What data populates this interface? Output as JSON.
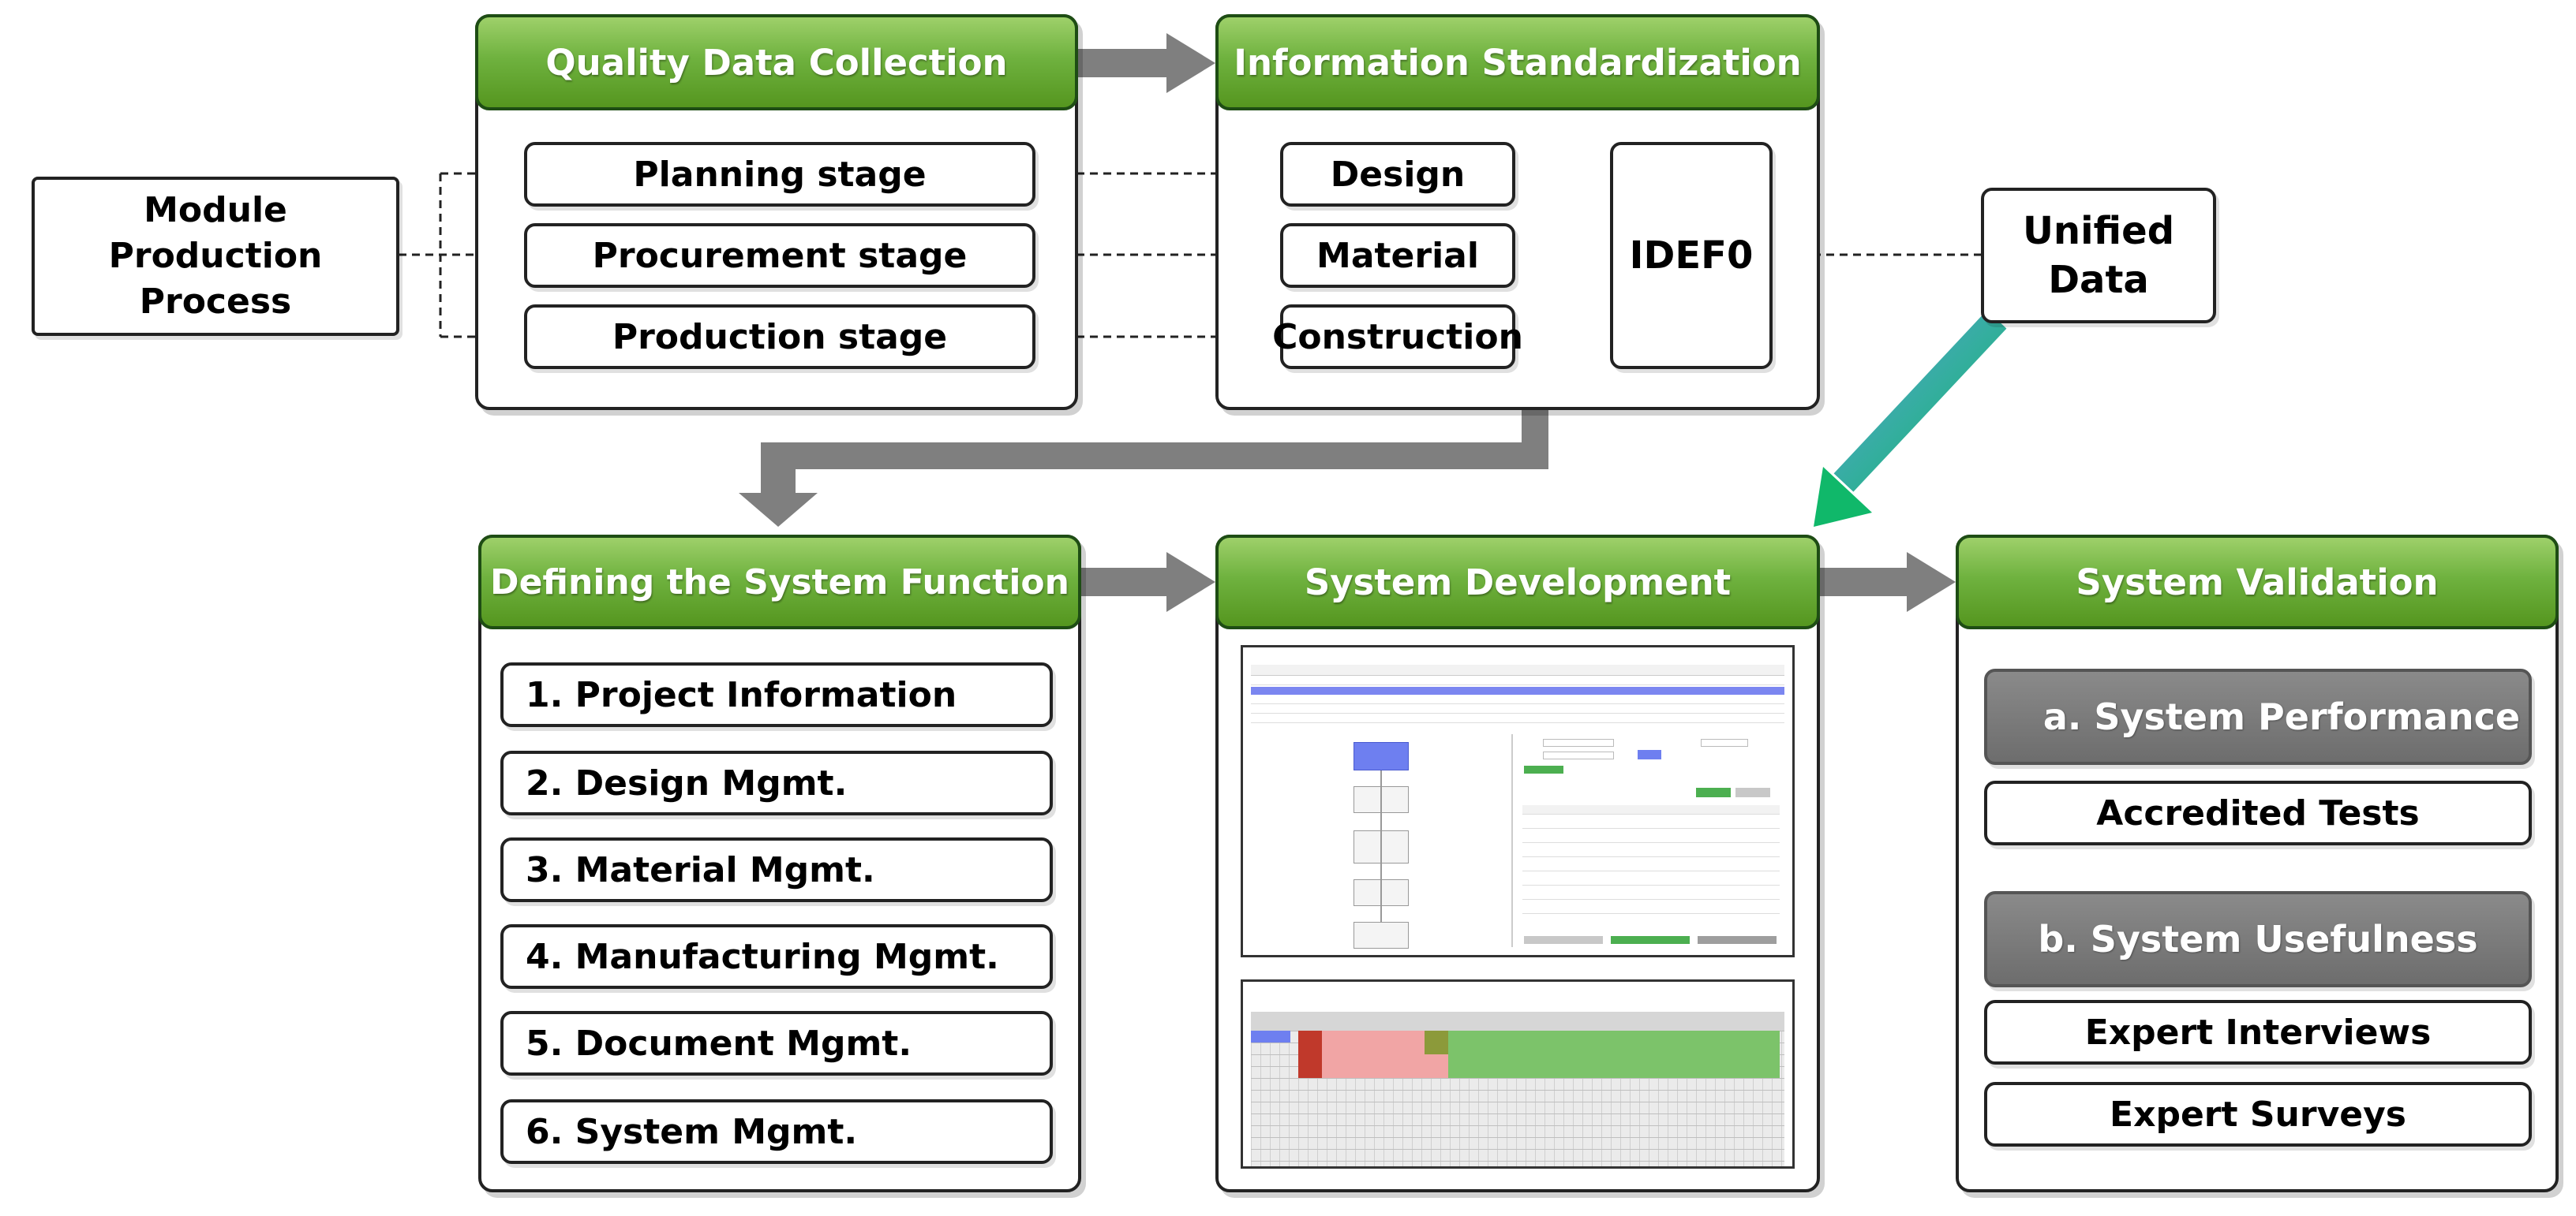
{
  "module_process": {
    "line1": "Module",
    "line2": "Production",
    "line3": "Process"
  },
  "quality_data_collection": {
    "title": "Quality Data Collection",
    "stages": [
      "Planning stage",
      "Procurement stage",
      "Production stage"
    ]
  },
  "information_standardization": {
    "title": "Information Standardization",
    "categories": [
      "Design",
      "Material",
      "Construction"
    ],
    "idef": "IDEF0"
  },
  "unified_data": {
    "line1": "Unified",
    "line2": "Data"
  },
  "defining_system_function": {
    "title": "Defining the System Function",
    "functions": [
      "1. Project Information",
      "2. Design Mgmt.",
      "3. Material Mgmt.",
      "4. Manufacturing Mgmt.",
      "5. Document Mgmt.",
      "6. System Mgmt."
    ]
  },
  "system_development": {
    "title": "System Development"
  },
  "system_validation": {
    "title": "System Validation",
    "performance": "a. System Performance",
    "tests": "Accredited Tests",
    "usefulness": "b. System Usefulness",
    "interviews": "Expert Interviews",
    "surveys": "Expert Surveys"
  },
  "colors": {
    "header_green": "#6fb23f",
    "arrow_gray": "#7f7f7f",
    "gradient_arrow_start": "#f8e3a8",
    "gradient_arrow_end": "#5cb82e",
    "unified_arrow_start": "#5aa3d6",
    "unified_arrow_end": "#10b86a"
  }
}
